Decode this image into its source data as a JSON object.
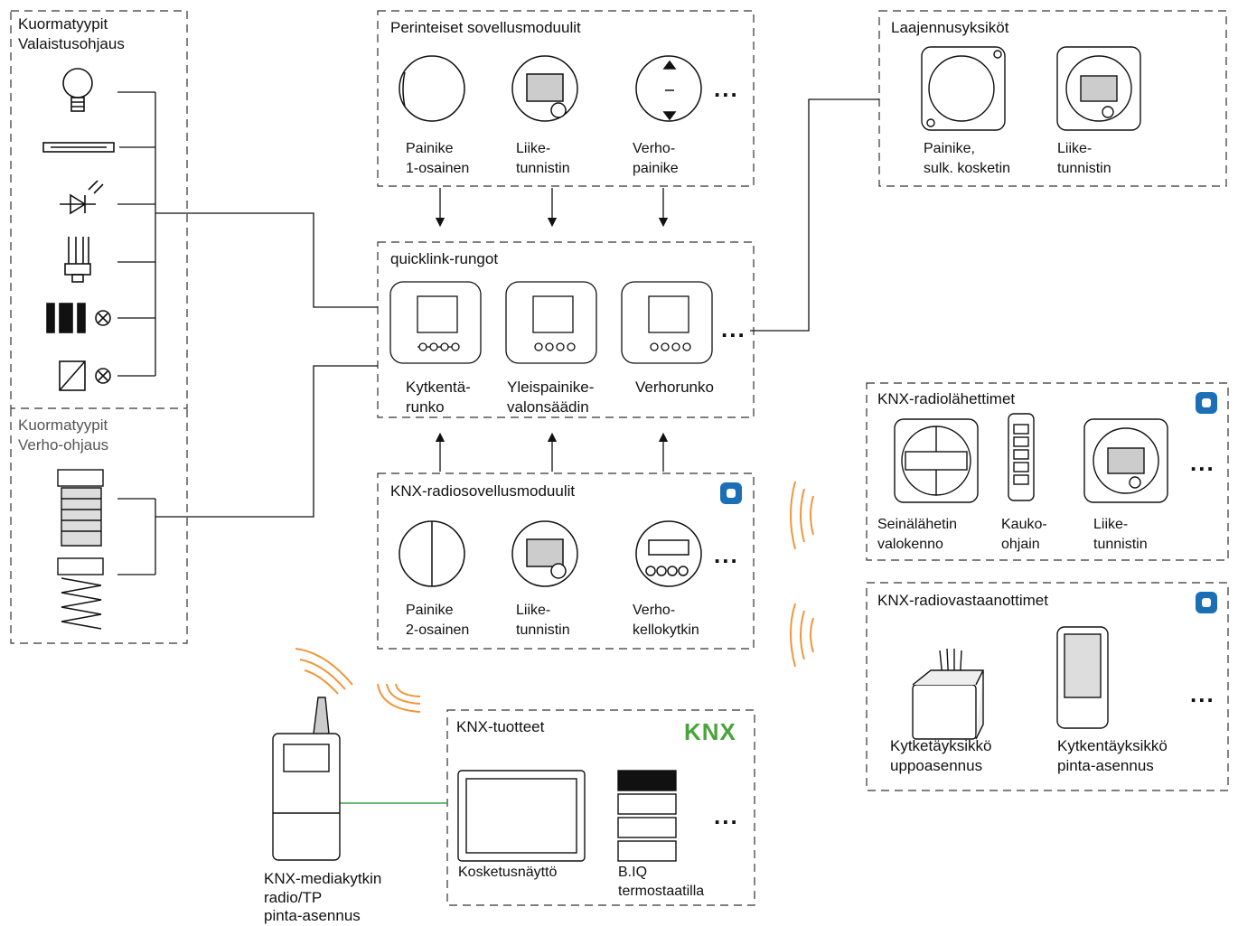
{
  "load_lighting": {
    "title1": "Kuormatyypit",
    "title2": "Valaistusohjaus"
  },
  "load_blinds": {
    "title1": "Kuormatyypit",
    "title2": "Verho-ohjaus"
  },
  "traditional": {
    "title": "Perinteiset sovellusmoduulit",
    "items": [
      {
        "line1": "Painike",
        "line2": "1-osainen"
      },
      {
        "line1": "Liike-",
        "line2": "tunnistin"
      },
      {
        "line1": "Verho-",
        "line2": "painike"
      }
    ]
  },
  "quicklink": {
    "title": "quicklink-rungot",
    "items": [
      {
        "line1": "Kytkentä-",
        "line2": "runko"
      },
      {
        "line1": "Yleispainike-",
        "line2": "valonsäädin"
      },
      {
        "line1": "Verhorunko",
        "line2": ""
      }
    ]
  },
  "knx_radio_modules": {
    "title": "KNX-radiosovellusmoduulit",
    "items": [
      {
        "line1": "Painike",
        "line2": "2-osainen"
      },
      {
        "line1": "Liike-",
        "line2": "tunnistin"
      },
      {
        "line1": "Verho-",
        "line2": "kellokytkin"
      }
    ]
  },
  "extensions": {
    "title": "Laajennusyksiköt",
    "items": [
      {
        "line1": "Painike,",
        "line2": "sulk. kosketin"
      },
      {
        "line1": "Liike-",
        "line2": "tunnistin"
      }
    ]
  },
  "radio_transmitters": {
    "title": "KNX-radiolähettimet",
    "items": [
      {
        "line1": "Seinälähetin",
        "line2": "valokenno"
      },
      {
        "line1": "Kauko-",
        "line2": "ohjain"
      },
      {
        "line1": "Liike-",
        "line2": "tunnistin"
      }
    ]
  },
  "radio_receivers": {
    "title": "KNX-radiovastaanottimet",
    "items": [
      {
        "line1": "Kytketäyksikkö",
        "line2": "uppoasennus"
      },
      {
        "line1": "Kytkentäyksikkö",
        "line2": "pinta-asennus"
      }
    ]
  },
  "knx_products": {
    "title": "KNX-tuotteet",
    "logo": "KNX",
    "items": [
      {
        "line1": "Kosketusnäyttö",
        "line2": ""
      },
      {
        "line1": "B.IQ",
        "line2": "termostaatilla"
      }
    ]
  },
  "media_coupler": {
    "line1": "KNX-mediakytkin",
    "line2": "radio/TP",
    "line3": "pinta-asennus"
  },
  "more": "...",
  "colors": {
    "radio_waves": "#f0963c",
    "quicklink_logo": "#1a6fb5",
    "knx_logo_green": "#4aa33b",
    "tp_line": "#3aa04a"
  }
}
